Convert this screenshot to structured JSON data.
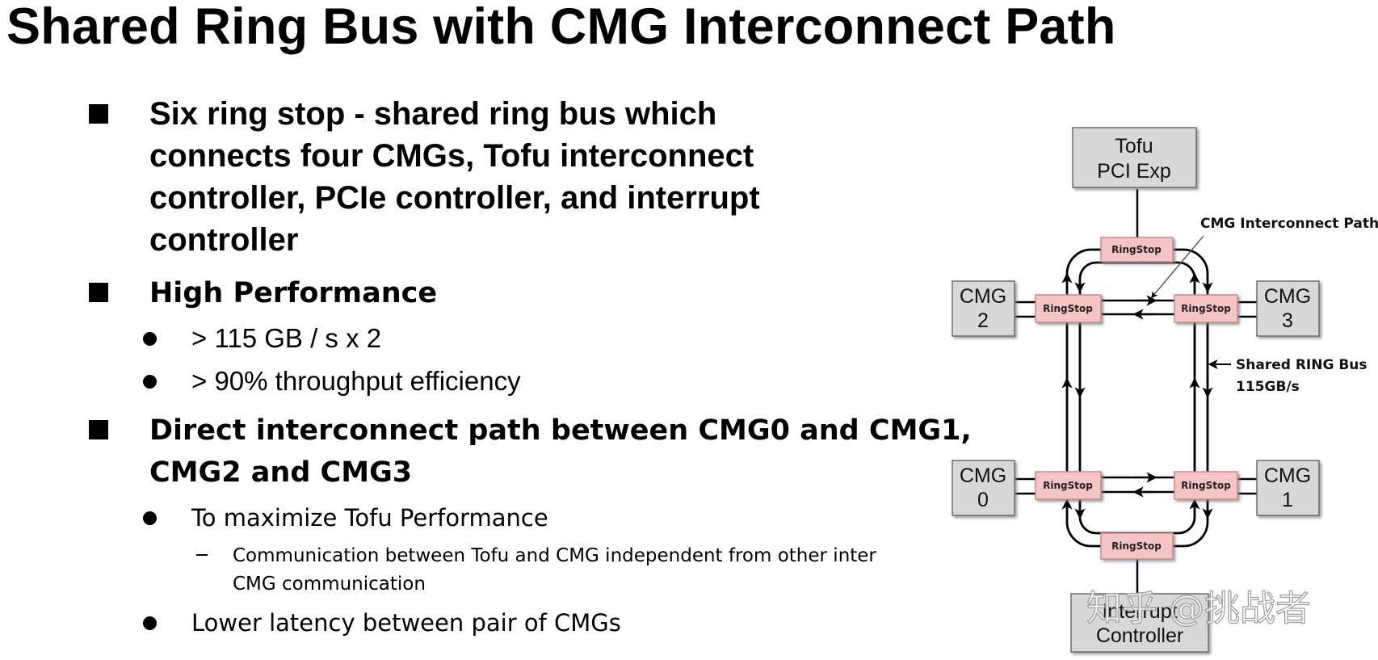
{
  "title": "Shared Ring Bus with CMG Interconnect Path",
  "bullets": {
    "b1": {
      "lines": [
        "Six ring stop - shared ring bus which",
        "connects four CMGs, Tofu interconnect",
        "controller, PCIe controller, and interrupt",
        "controller"
      ]
    },
    "b2": {
      "label": "High Performance",
      "items": [
        "> 115 GB / s x 2",
        "> 90% throughput efficiency"
      ]
    },
    "b3": {
      "lines": [
        "Direct interconnect path between CMG0 and CMG1,",
        "CMG2 and CMG3"
      ],
      "sub1": "To maximize Tofu Performance",
      "sub1_detail": [
        "Communication between Tofu and CMG independent from other inter",
        "CMG communication"
      ],
      "sub2": "Lower latency between pair of CMGs"
    }
  },
  "diagram": {
    "tofu": [
      "Tofu",
      "PCI Exp"
    ],
    "cmg2": [
      "CMG",
      "2"
    ],
    "cmg3": [
      "CMG",
      "3"
    ],
    "cmg0": [
      "CMG",
      "0"
    ],
    "cmg1": [
      "CMG",
      "1"
    ],
    "interrupt": [
      "Interrupt",
      "Controller"
    ],
    "ringstop_label": "RingStop",
    "annotation_path": "CMG Interconnect Path",
    "annotation_bus": [
      "Shared RING Bus",
      "115GB/s"
    ],
    "watermark": "知乎 @挑战者",
    "colors": {
      "box_fill": "#d8d8d8",
      "box_stroke": "#6e6e6e",
      "ringstop_fill": "#f5c4c4",
      "ringstop_stroke": "#c98a8a"
    }
  }
}
